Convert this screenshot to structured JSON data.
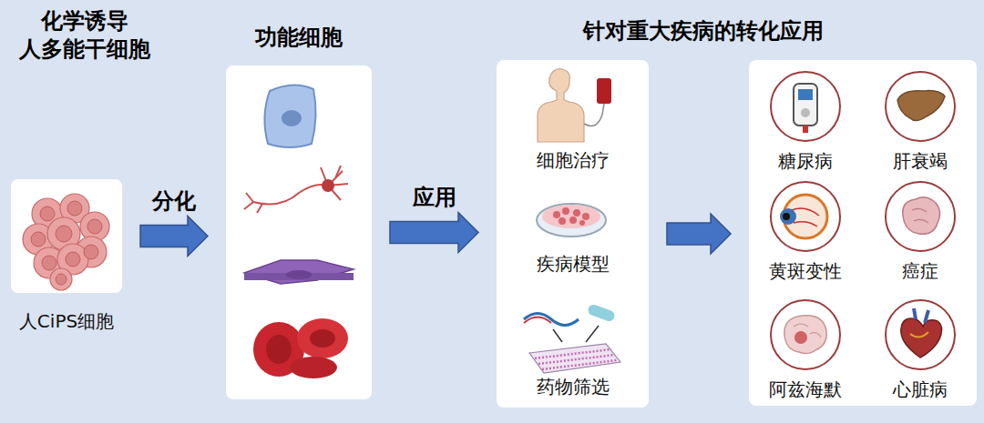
{
  "diagram": {
    "title": "化学诱导 人多能干细胞",
    "nodes": [
      {
        "text": [
          "人CiPS细胞"
        ]
      },
      {
        "text": [
          "功能细胞"
        ]
      },
      {
        "text": [
          "细胞治疗",
          "疾病模型",
          "药物筛选"
        ]
      },
      {
        "text": []
      },
      {
        "text": [
          "糖尿病"
        ],
        "in": 3
      },
      {
        "text": [
          "肝衰竭"
        ],
        "in": 3
      },
      {
        "text": [
          "黄斑变性"
        ],
        "in": 3
      },
      {
        "text": [
          "癌症"
        ],
        "in": 3
      },
      {
        "text": [
          "阿兹海默"
        ],
        "in": 3
      },
      {
        "text": [
          "心脏病"
        ],
        "in": 3
      }
    ],
    "edges": [
      {
        "from": 0,
        "to": 1,
        "arrow": "to",
        "label": "分化"
      },
      {
        "from": 1,
        "to": 2,
        "arrow": "to",
        "label": "应用"
      },
      {
        "from": 2,
        "to": 3,
        "arrow": "to"
      }
    ],
    "labels": [
      "针对重大疾病的转化应用"
    ]
  }
}
